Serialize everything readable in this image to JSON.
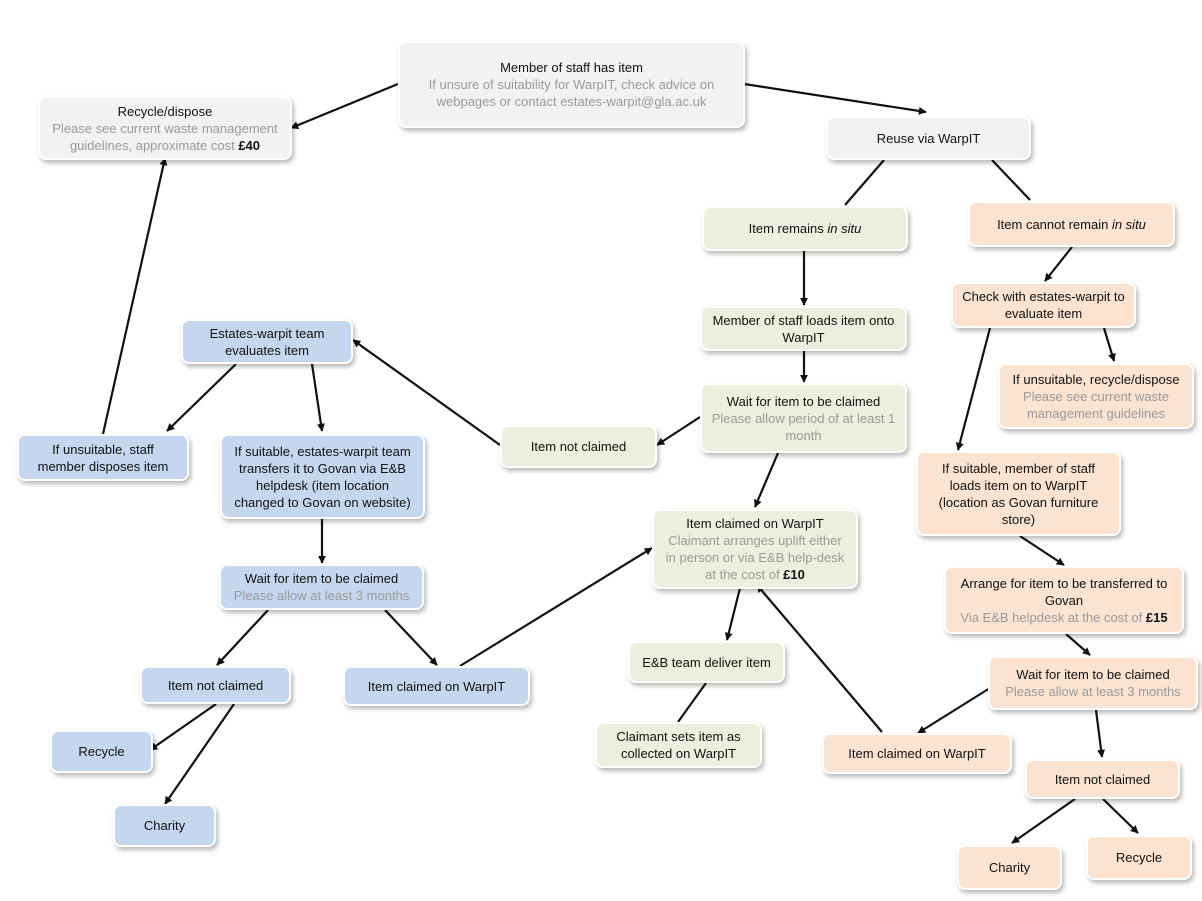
{
  "nodes": {
    "start": {
      "title": "Member of staff has item",
      "sub": "If unsure of suitability for WarpIT, check advice on webpages or contact estates-warpit@gla.ac.uk"
    },
    "recycle_dispose": {
      "title": "Recycle/dispose",
      "sub": "Please see current waste management guidelines, approximate cost ",
      "cost": "£40"
    },
    "reuse": {
      "title": "Reuse via WarpIT"
    },
    "in_situ": {
      "pre": "Item remains ",
      "em": "in situ"
    },
    "not_in_situ": {
      "pre": "Item cannot remain ",
      "em": "in situ"
    },
    "loads_item": {
      "title": "Member of staff loads item onto WarpIT"
    },
    "check_estates": {
      "title": "Check with estates-warpit to evaluate item"
    },
    "unsuitable_peach": {
      "title": "If unsuitable, recycle/dispose",
      "sub": "Please see current waste management guidelines"
    },
    "wait_1month": {
      "title": "Wait for item to be claimed",
      "sub": "Please allow period of at least 1 month"
    },
    "not_claimed_green": {
      "title": "Item not claimed"
    },
    "estates_eval": {
      "title": "Estates-warpit team evaluates item"
    },
    "unsuitable_staff": {
      "title": "If unsuitable, staff member disposes item"
    },
    "suitable_estates": {
      "title": "If suitable, estates-warpit team transfers it to Govan via E&B helpdesk (item location changed to Govan on website)"
    },
    "suitable_staff": {
      "title": "If suitable, member of staff loads item on to WarpIT (location as Govan furniture store)"
    },
    "claimed_green": {
      "title": "Item claimed on WarpIT",
      "sub": "Claimant arranges uplift either in person or via E&B help-desk at the cost of ",
      "cost": "£10"
    },
    "wait_blue": {
      "title": "Wait for item to be claimed",
      "sub": "Please allow at least 3 months"
    },
    "arrange_transfer": {
      "title": "Arrange for item to be transferred to Govan",
      "sub": "Via E&B helpdesk at the cost of ",
      "cost": "£15"
    },
    "eb_deliver": {
      "title": "E&B team deliver item"
    },
    "wait_peach": {
      "title": "Wait for item to be claimed",
      "sub": "Please allow at least 3 months"
    },
    "not_claimed_blue": {
      "title": "Item not claimed"
    },
    "claimed_blue": {
      "title": "Item claimed on WarpIT"
    },
    "claimant_sets": {
      "title": "Claimant sets item as collected on WarpIT"
    },
    "claimed_peach": {
      "title": "Item claimed on WarpIT"
    },
    "not_claimed_peach": {
      "title": "Item not claimed"
    },
    "recycle_blue": {
      "title": "Recycle"
    },
    "charity_blue": {
      "title": "Charity"
    },
    "charity_peach": {
      "title": "Charity"
    },
    "recycle_peach": {
      "title": "Recycle"
    }
  },
  "colors": {
    "neutral": "#f2f2f2",
    "in_situ_path": "#ebf0de",
    "estates_path": "#c5d7ee",
    "not_in_situ_path": "#fbe3d2",
    "subtext": "#9a9a9a",
    "arrow": "#111111"
  }
}
